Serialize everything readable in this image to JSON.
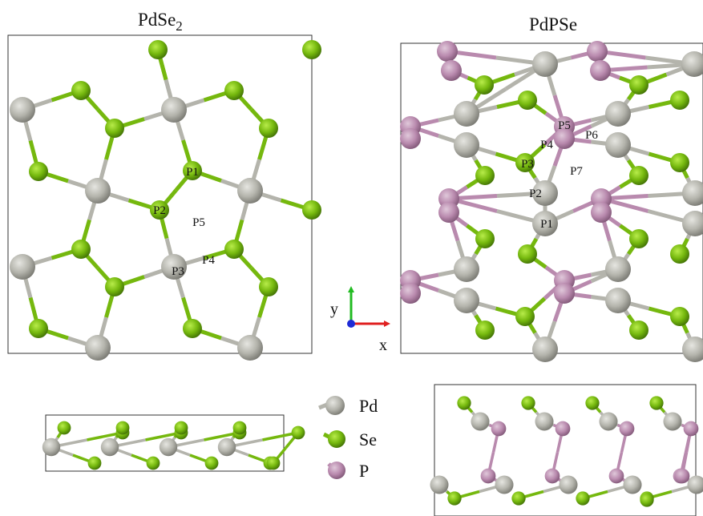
{
  "panels": {
    "pdse2": {
      "title_main": "PdSe",
      "title_sub": "2"
    },
    "pdpse": {
      "title": "PdPSe"
    }
  },
  "site_labels": {
    "pdse2": {
      "p1": "P1",
      "p2": "P2",
      "p3": "P3",
      "p4": "P4",
      "p5": "P5"
    },
    "pdpse": {
      "p1": "P1",
      "p2": "P2",
      "p3": "P3",
      "p4": "P4",
      "p5": "P5",
      "p6": "P6",
      "p7": "P7"
    }
  },
  "axes": {
    "x": "x",
    "y": "y"
  },
  "legend": [
    {
      "label": "Pd",
      "element": "Pd"
    },
    {
      "label": "Se",
      "element": "Se"
    },
    {
      "label": "P",
      "element": "P"
    }
  ],
  "colors": {
    "Pd": "#b4b4ac",
    "Se": "#75b80e",
    "P": "#b98aae",
    "axis_x": "#e02020",
    "axis_y": "#22bb22",
    "axis_z": "#1f2bd6"
  }
}
